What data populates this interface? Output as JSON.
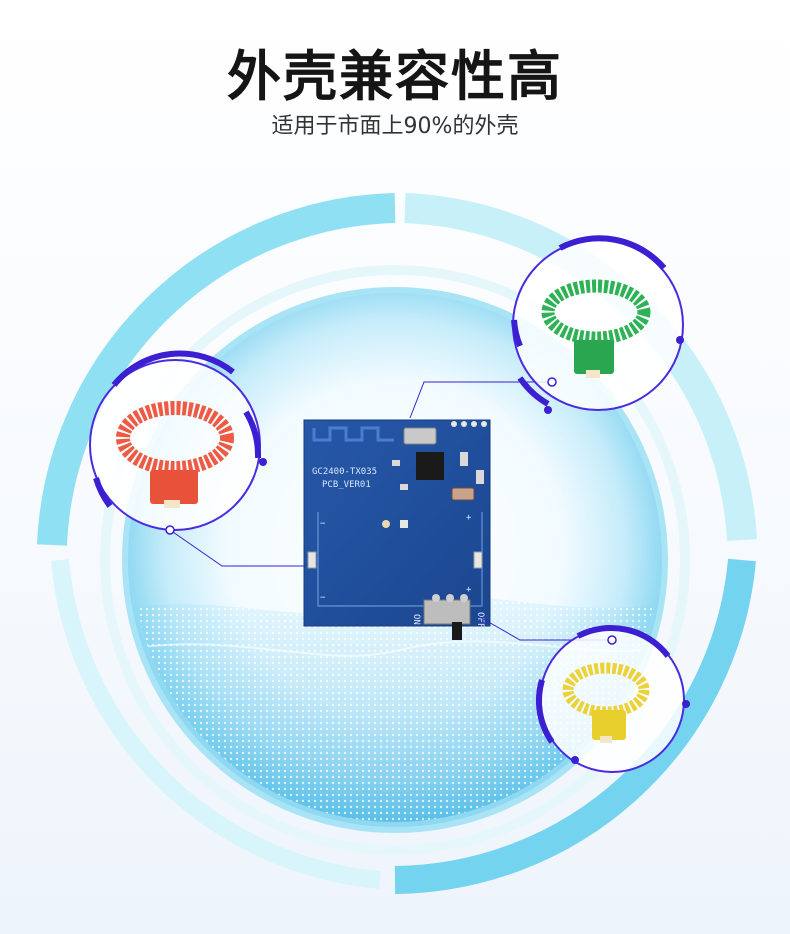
{
  "header": {
    "title": "外壳兼容性高",
    "subtitle": "适用于市面上90%的外壳"
  },
  "board": {
    "model_text": "GC2400-TX035",
    "version_text": "PCB_VER01",
    "switch_on": "ON",
    "switch_off": "OFF"
  },
  "colors": {
    "accent_ring": "#5ad0ec",
    "callout_stroke": "#3b1fd1",
    "pcb": "#1f4f9c",
    "red_shell": "#ee5a43",
    "green_shell": "#2fb256",
    "yellow_shell": "#ecd238"
  }
}
